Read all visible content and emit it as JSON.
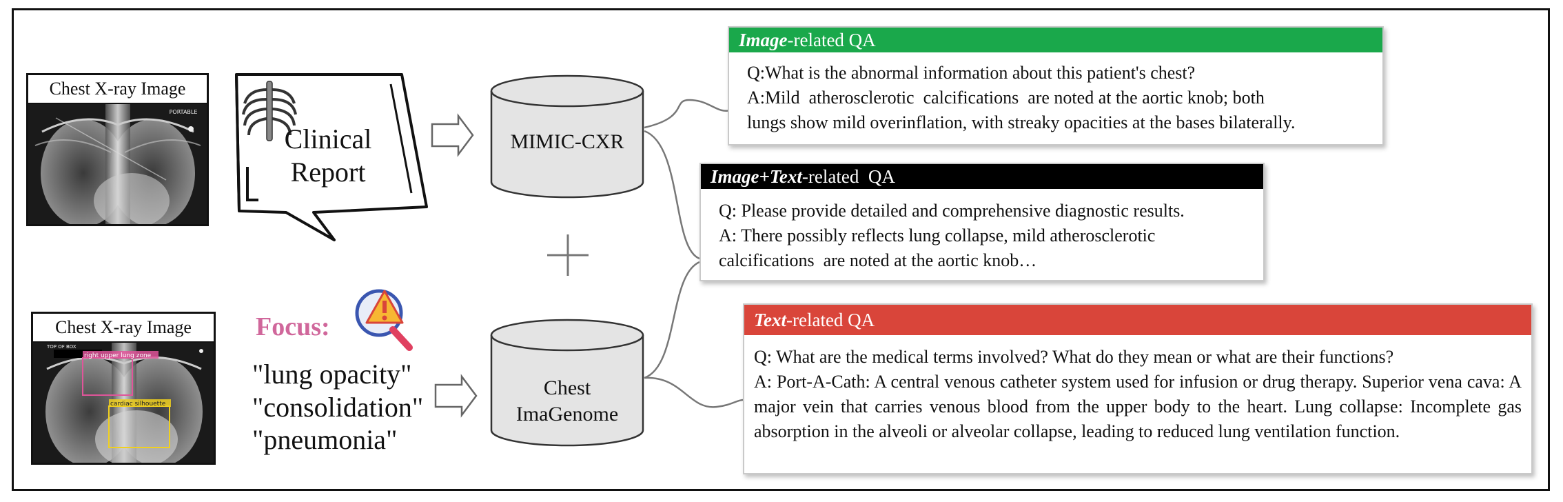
{
  "top_xray": {
    "title": "Chest X-ray Image",
    "marker": "PORTABLE"
  },
  "clinical_report": {
    "line1": "Clinical",
    "line2": "Report"
  },
  "db_top": {
    "label": "MIMIC-CXR"
  },
  "bottom_xray": {
    "title": "Chest X-ray Image",
    "box1_label": "right upper lung zone",
    "box2_label": "cardiac silhouette",
    "box1_color": "#e0559a",
    "box2_color": "#f0d020"
  },
  "focus": {
    "label": "Focus:",
    "terms": [
      "\"lung opacity\"",
      "\"consolidation\"",
      "\"pneumonia\""
    ]
  },
  "db_bottom": {
    "line1": "Chest",
    "line2": "ImaGenome"
  },
  "qa_image": {
    "header_em": "Image",
    "header_rest": "-related  QA",
    "color": "#1aa84b",
    "q": "Q:What is the abnormal information about this patient's chest?",
    "a1": "A:Mild  atherosclerotic  calcifications  are noted at the aortic knob; both",
    "a2": "lungs show mild overinflation, with streaky opacities at the bases bilaterally."
  },
  "qa_image_text": {
    "header_em": "Image+Text",
    "header_rest": "-related  QA",
    "color": "#000000",
    "q": "Q: Please provide detailed and comprehensive diagnostic results.",
    "a1": "A: There possibly reflects lung collapse, mild atherosclerotic",
    "a2": "calcifications  are noted at the aortic knob…"
  },
  "qa_text": {
    "header_em": "Text",
    "header_rest": "-related QA",
    "color": "#d9453a",
    "q": "Q: What are the medical terms involved? What do they mean or what are their functions?",
    "a": "A: Port-A-Cath: A central venous catheter system used for infusion or drug therapy. Superior vena cava: A major vein that carries venous blood from the upper body to the heart. Lung collapse: Incomplete gas absorption in the alveoli or alveolar collapse, leading to reduced lung ventilation function."
  }
}
